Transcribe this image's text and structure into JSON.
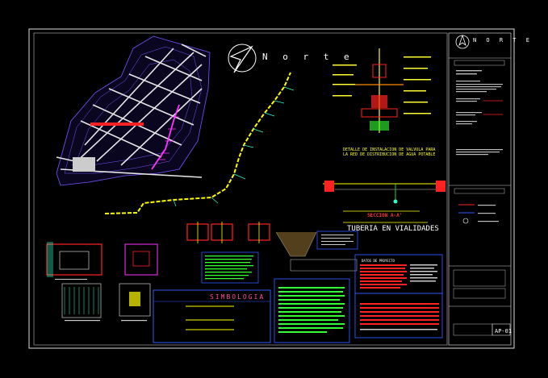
{
  "drawing": {
    "north_label": "N o r t e",
    "north_label_small": "N O R T E",
    "detail_title": "DETALLE DE INSTALACION DE VALVULA PARA LA RED DE DISTRIBUCION DE AGUA POTABLE",
    "section_title": "SECCION A-A'",
    "pipe_title": "TUBERIA EN VIALIDADES",
    "legend_title": "SIMBOLOGIA",
    "sheet_id": "AP-01",
    "data_table_title": "DATOS DE PROYECTO",
    "colors": {
      "background": "#000000",
      "frame": "#ffffff",
      "pipe": "#ffff00",
      "contour": "#7a55ff",
      "roads": "#e6e6e6",
      "highlight": "#ff2222",
      "magenta": "#ff33ff",
      "green": "#33ff33",
      "blue_box": "#2d5bff",
      "red_table": "#ff2222"
    },
    "icons": [
      "north-arrow-icon",
      "north-arrow-small-icon"
    ]
  }
}
